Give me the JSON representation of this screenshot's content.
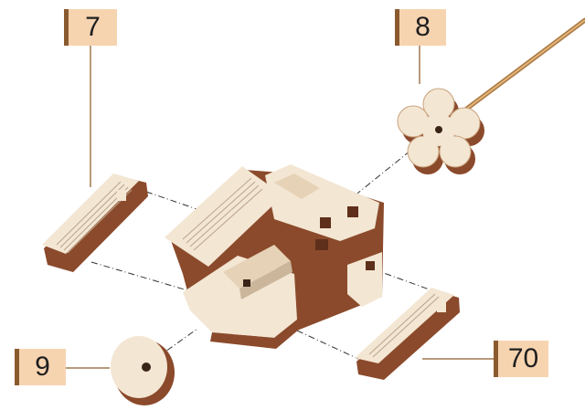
{
  "callouts": {
    "part_7": "7",
    "part_8": "8",
    "part_9": "9",
    "part_70": "70"
  },
  "colors": {
    "background": "#ffffff",
    "callout_fill": "#f7d4b0",
    "callout_bar": "#8a5a2f",
    "wood_face": "#f3e6d3",
    "wood_edge": "#8b4a2b",
    "leader_line": "#a07850",
    "dash_line": "#333333"
  },
  "parts": [
    "house-body",
    "side-wall-left",
    "side-wall-right",
    "flower-wheel",
    "round-wheel",
    "axle-stick"
  ]
}
